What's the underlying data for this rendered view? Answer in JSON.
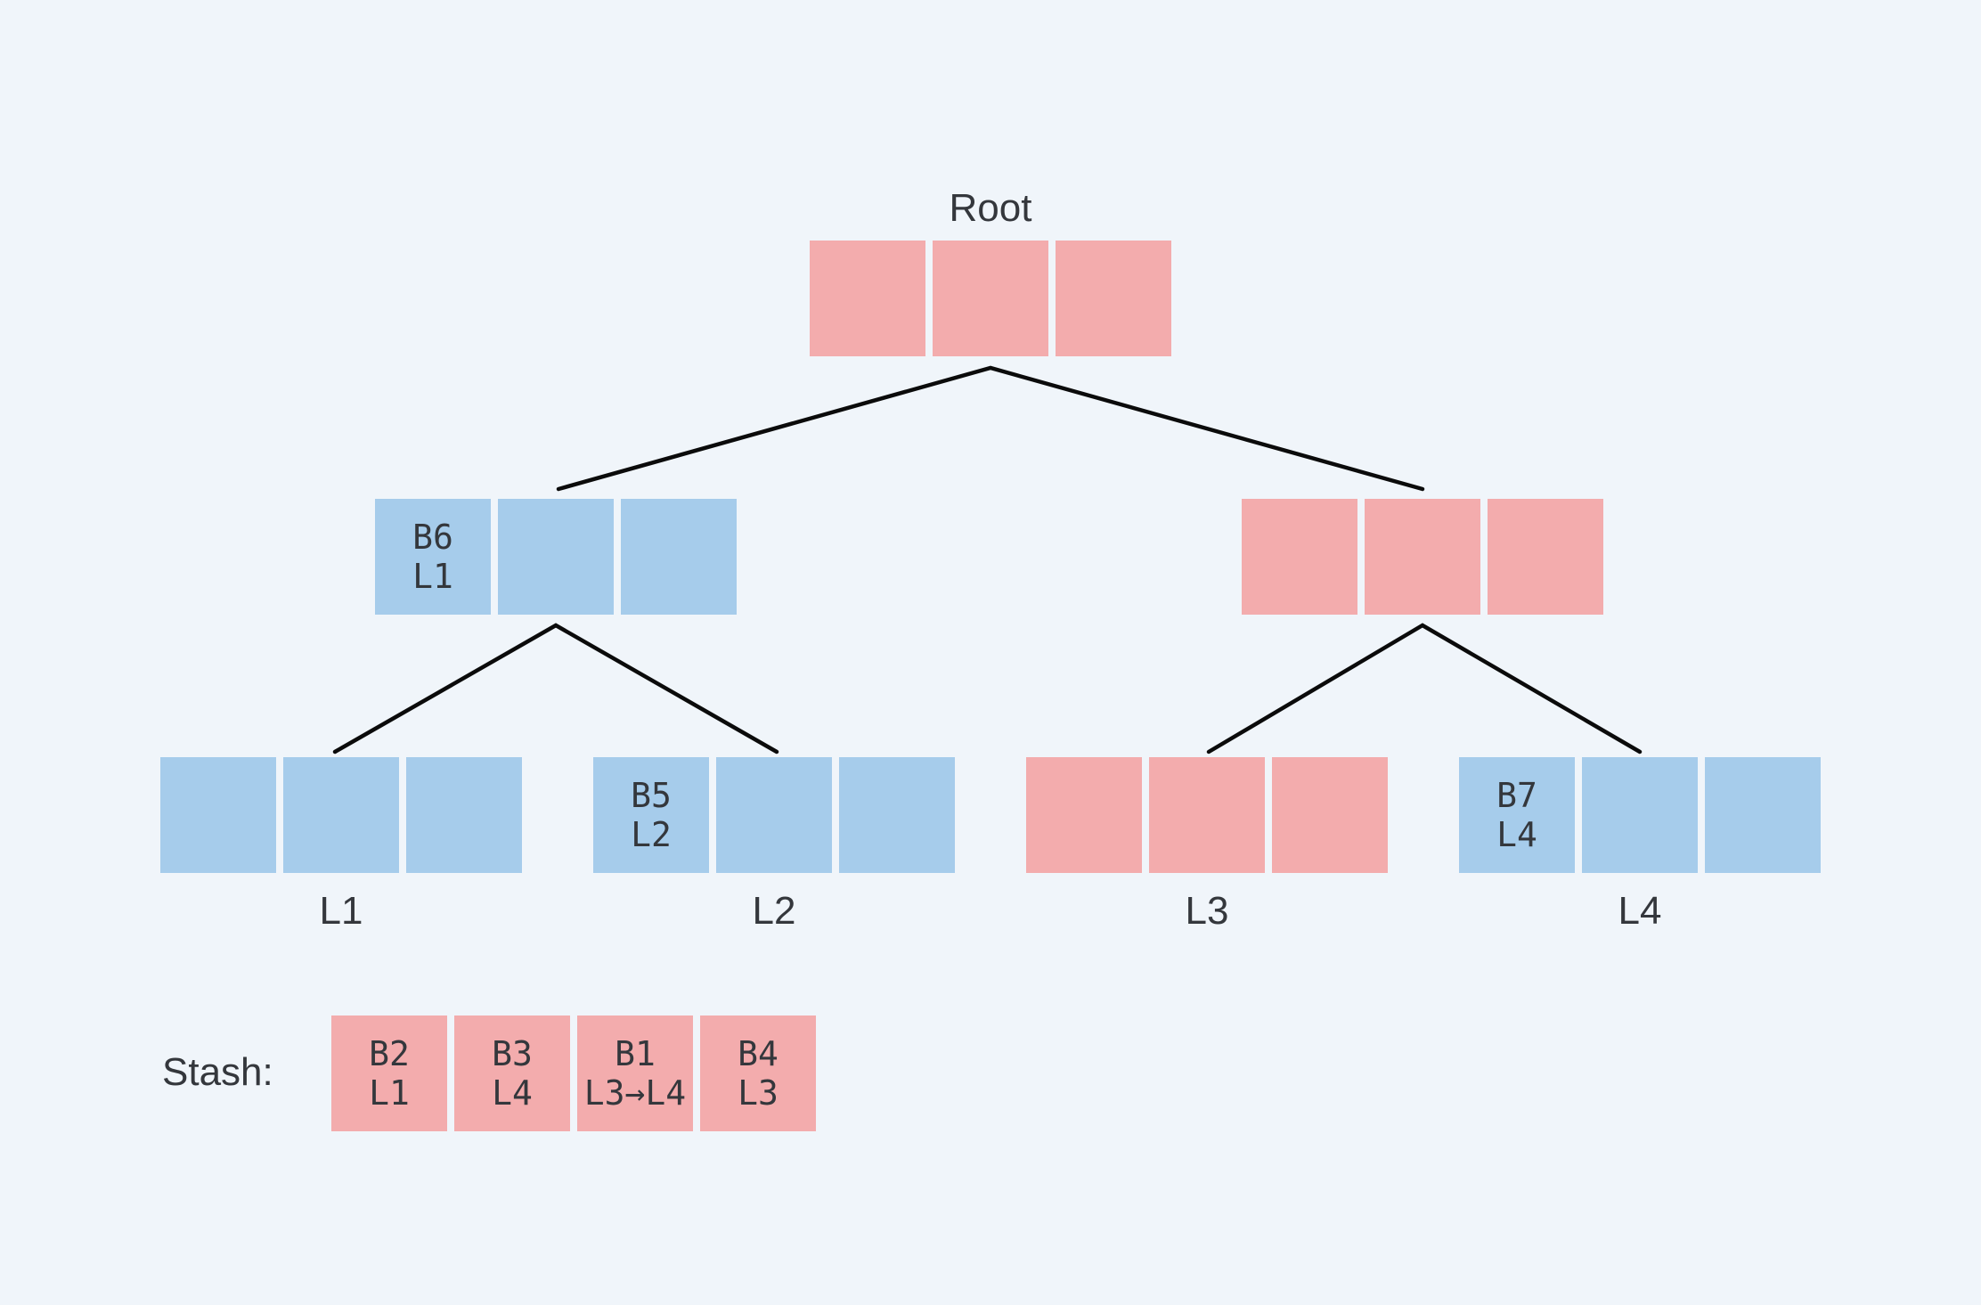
{
  "colors": {
    "background": "#F0F5FA",
    "pink": "#F3ACAD",
    "blue": "#A6CCEB",
    "edge": "#0B0B0B",
    "text": "#34373C"
  },
  "tree": {
    "root": {
      "label": "Root",
      "color": "pink",
      "cells": [
        {
          "top": "",
          "bottom": ""
        },
        {
          "top": "",
          "bottom": ""
        },
        {
          "top": "",
          "bottom": ""
        }
      ]
    },
    "internal": [
      {
        "id": "internal-left",
        "color": "blue",
        "cells": [
          {
            "top": "B6",
            "bottom": "L1"
          },
          {
            "top": "",
            "bottom": ""
          },
          {
            "top": "",
            "bottom": ""
          }
        ]
      },
      {
        "id": "internal-right",
        "color": "pink",
        "cells": [
          {
            "top": "",
            "bottom": ""
          },
          {
            "top": "",
            "bottom": ""
          },
          {
            "top": "",
            "bottom": ""
          }
        ]
      }
    ],
    "leaves": [
      {
        "id": "leaf-l1",
        "label": "L1",
        "color": "blue",
        "cells": [
          {
            "top": "",
            "bottom": ""
          },
          {
            "top": "",
            "bottom": ""
          },
          {
            "top": "",
            "bottom": ""
          }
        ]
      },
      {
        "id": "leaf-l2",
        "label": "L2",
        "color": "blue",
        "cells": [
          {
            "top": "B5",
            "bottom": "L2"
          },
          {
            "top": "",
            "bottom": ""
          },
          {
            "top": "",
            "bottom": ""
          }
        ]
      },
      {
        "id": "leaf-l3",
        "label": "L3",
        "color": "pink",
        "cells": [
          {
            "top": "",
            "bottom": ""
          },
          {
            "top": "",
            "bottom": ""
          },
          {
            "top": "",
            "bottom": ""
          }
        ]
      },
      {
        "id": "leaf-l4",
        "label": "L4",
        "color": "blue",
        "cells": [
          {
            "top": "B7",
            "bottom": "L4"
          },
          {
            "top": "",
            "bottom": ""
          },
          {
            "top": "",
            "bottom": ""
          }
        ]
      }
    ]
  },
  "stash": {
    "label": "Stash:",
    "color": "pink",
    "items": [
      {
        "top": "B2",
        "bottom": "L1"
      },
      {
        "top": "B3",
        "bottom": "L4"
      },
      {
        "top": "B1",
        "bottom": "L3→L4"
      },
      {
        "top": "B4",
        "bottom": "L3"
      }
    ]
  }
}
